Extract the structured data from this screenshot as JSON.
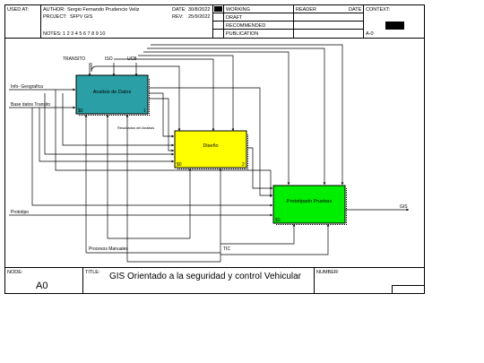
{
  "header": {
    "used_at": "USED AT:",
    "author_label": "AUTHOR:",
    "author": "Sergio Fernando Prudencio Veliz",
    "project_label": "PROJECT:",
    "project": "SFPV GIS",
    "date_label": "DATE:",
    "date": "30/8/2022",
    "rev_label": "REV:",
    "rev": "25/9/2022",
    "notes": "NOTES: 1 2 3 4 5 6 7 8 9 10",
    "working": "WORKING",
    "draft": "DRAFT",
    "recommended": "RECOMMENDED",
    "publication": "PUBLICATION",
    "reader": "READER",
    "date2": "DATE",
    "context": "CONTEXT:",
    "node_ref": "A-0"
  },
  "diagram": {
    "boxes": [
      {
        "label": "Analisis de Datos",
        "id": "A1",
        "num": "1",
        "code": "$0"
      },
      {
        "label": "Diseño",
        "id": "A2",
        "num": "2",
        "code": "$0"
      },
      {
        "label": "Prototipado Pruebas",
        "id": "A3",
        "num": "",
        "code": "$0"
      }
    ],
    "controls": [
      "TRANSITO",
      "ISO",
      "UCB"
    ],
    "inputs": [
      "Info- Geografica",
      "Base datos Transito",
      "Prototipo"
    ],
    "mechanisms": [
      "Procesos Manuales",
      "TIC"
    ],
    "arrow_labels": [
      "Resultados del Analisis"
    ],
    "output": "GIS"
  },
  "footer": {
    "node_label": "NODE:",
    "node": "A0",
    "title_label": "TITLE:",
    "title": "GIS Orientado a la seguridad y control Vehicular",
    "number_label": "NUMBER:"
  },
  "colors": {
    "box1": "#2aa0a6",
    "box2": "#ffff00",
    "box3": "#00ee00",
    "selected_status": "#000000"
  }
}
